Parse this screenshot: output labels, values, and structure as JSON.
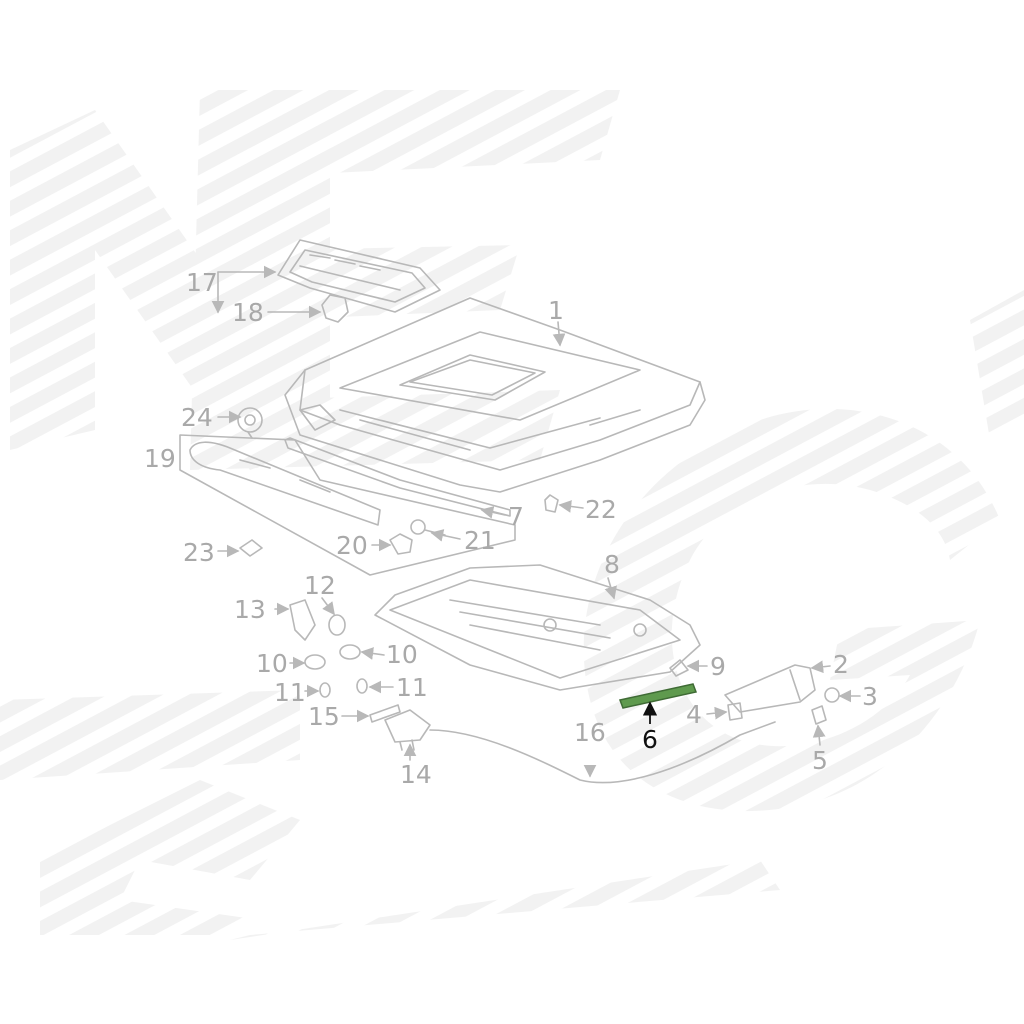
{
  "colors": {
    "line_art": "#b8b8b8",
    "callout_text": "#a9a9a9",
    "highlight_text": "#111111",
    "highlight_part": "#5f9a4e",
    "watermark": "#f2f2f2"
  },
  "callouts": [
    {
      "id": "1",
      "label": "1"
    },
    {
      "id": "2",
      "label": "2"
    },
    {
      "id": "3",
      "label": "3"
    },
    {
      "id": "4",
      "label": "4"
    },
    {
      "id": "5",
      "label": "5"
    },
    {
      "id": "6",
      "label": "6",
      "highlighted": true
    },
    {
      "id": "7",
      "label": "7"
    },
    {
      "id": "8",
      "label": "8"
    },
    {
      "id": "9",
      "label": "9"
    },
    {
      "id": "10a",
      "label": "10"
    },
    {
      "id": "10b",
      "label": "10"
    },
    {
      "id": "11a",
      "label": "11"
    },
    {
      "id": "11b",
      "label": "11"
    },
    {
      "id": "12",
      "label": "12"
    },
    {
      "id": "13",
      "label": "13"
    },
    {
      "id": "14",
      "label": "14"
    },
    {
      "id": "15",
      "label": "15"
    },
    {
      "id": "16",
      "label": "16"
    },
    {
      "id": "17",
      "label": "17"
    },
    {
      "id": "18",
      "label": "18"
    },
    {
      "id": "19",
      "label": "19"
    },
    {
      "id": "20",
      "label": "20"
    },
    {
      "id": "21",
      "label": "21"
    },
    {
      "id": "22",
      "label": "22"
    },
    {
      "id": "23",
      "label": "23"
    },
    {
      "id": "24",
      "label": "24"
    }
  ]
}
